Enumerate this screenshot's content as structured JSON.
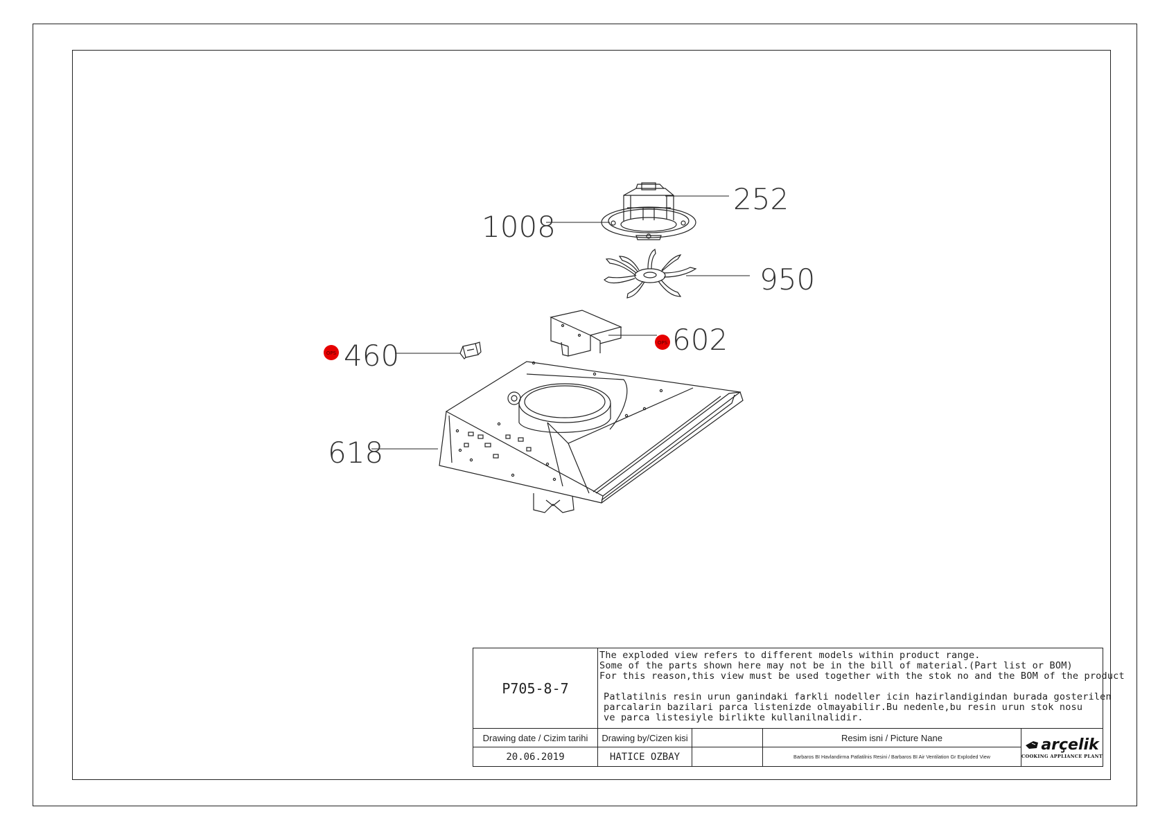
{
  "callouts": [
    {
      "id": "252",
      "label": "252"
    },
    {
      "id": "1008",
      "label": "1008"
    },
    {
      "id": "950",
      "label": "950"
    },
    {
      "id": "602",
      "label": "602"
    },
    {
      "id": "460",
      "label": "460"
    },
    {
      "id": "618",
      "label": "618"
    }
  ],
  "marker_label": "OPS",
  "marker_color": "#e60000",
  "title_block": {
    "code": "P705-8-7",
    "note_en": [
      "The exploded view refers to different models within product range.",
      "Some of the parts shown here may not be in the bill of material.(Part list or BOM)",
      "For this reason,this view must be used together with the stok no and the BOM of the product"
    ],
    "note_tr": [
      "Patlatilnis resin urun ganindaki farkli nodeller icin hazirlandigindan burada gosterilen",
      "parcalarin bazilari parca listenizde olmayabilir.Bu nedenle,bu resin urun stok nosu",
      "ve parca listesiyle birlikte kullanilnalidir."
    ],
    "date_header": "Drawing date / Cizim tarihi",
    "date_value": "20.06.2019",
    "by_header": "Drawing by/Cizen kisi",
    "by_value": "HATICE OZBAY",
    "picture_header": "Resim isni / Picture Nane",
    "picture_value": "Barbaros BI Havlandirma Patlatilnis Resini / Barbaros BI Air Ventilation Gr Exploded View",
    "logo_word": "arçelik",
    "logo_sub": "COOKING APPLIANCE PLANT"
  }
}
